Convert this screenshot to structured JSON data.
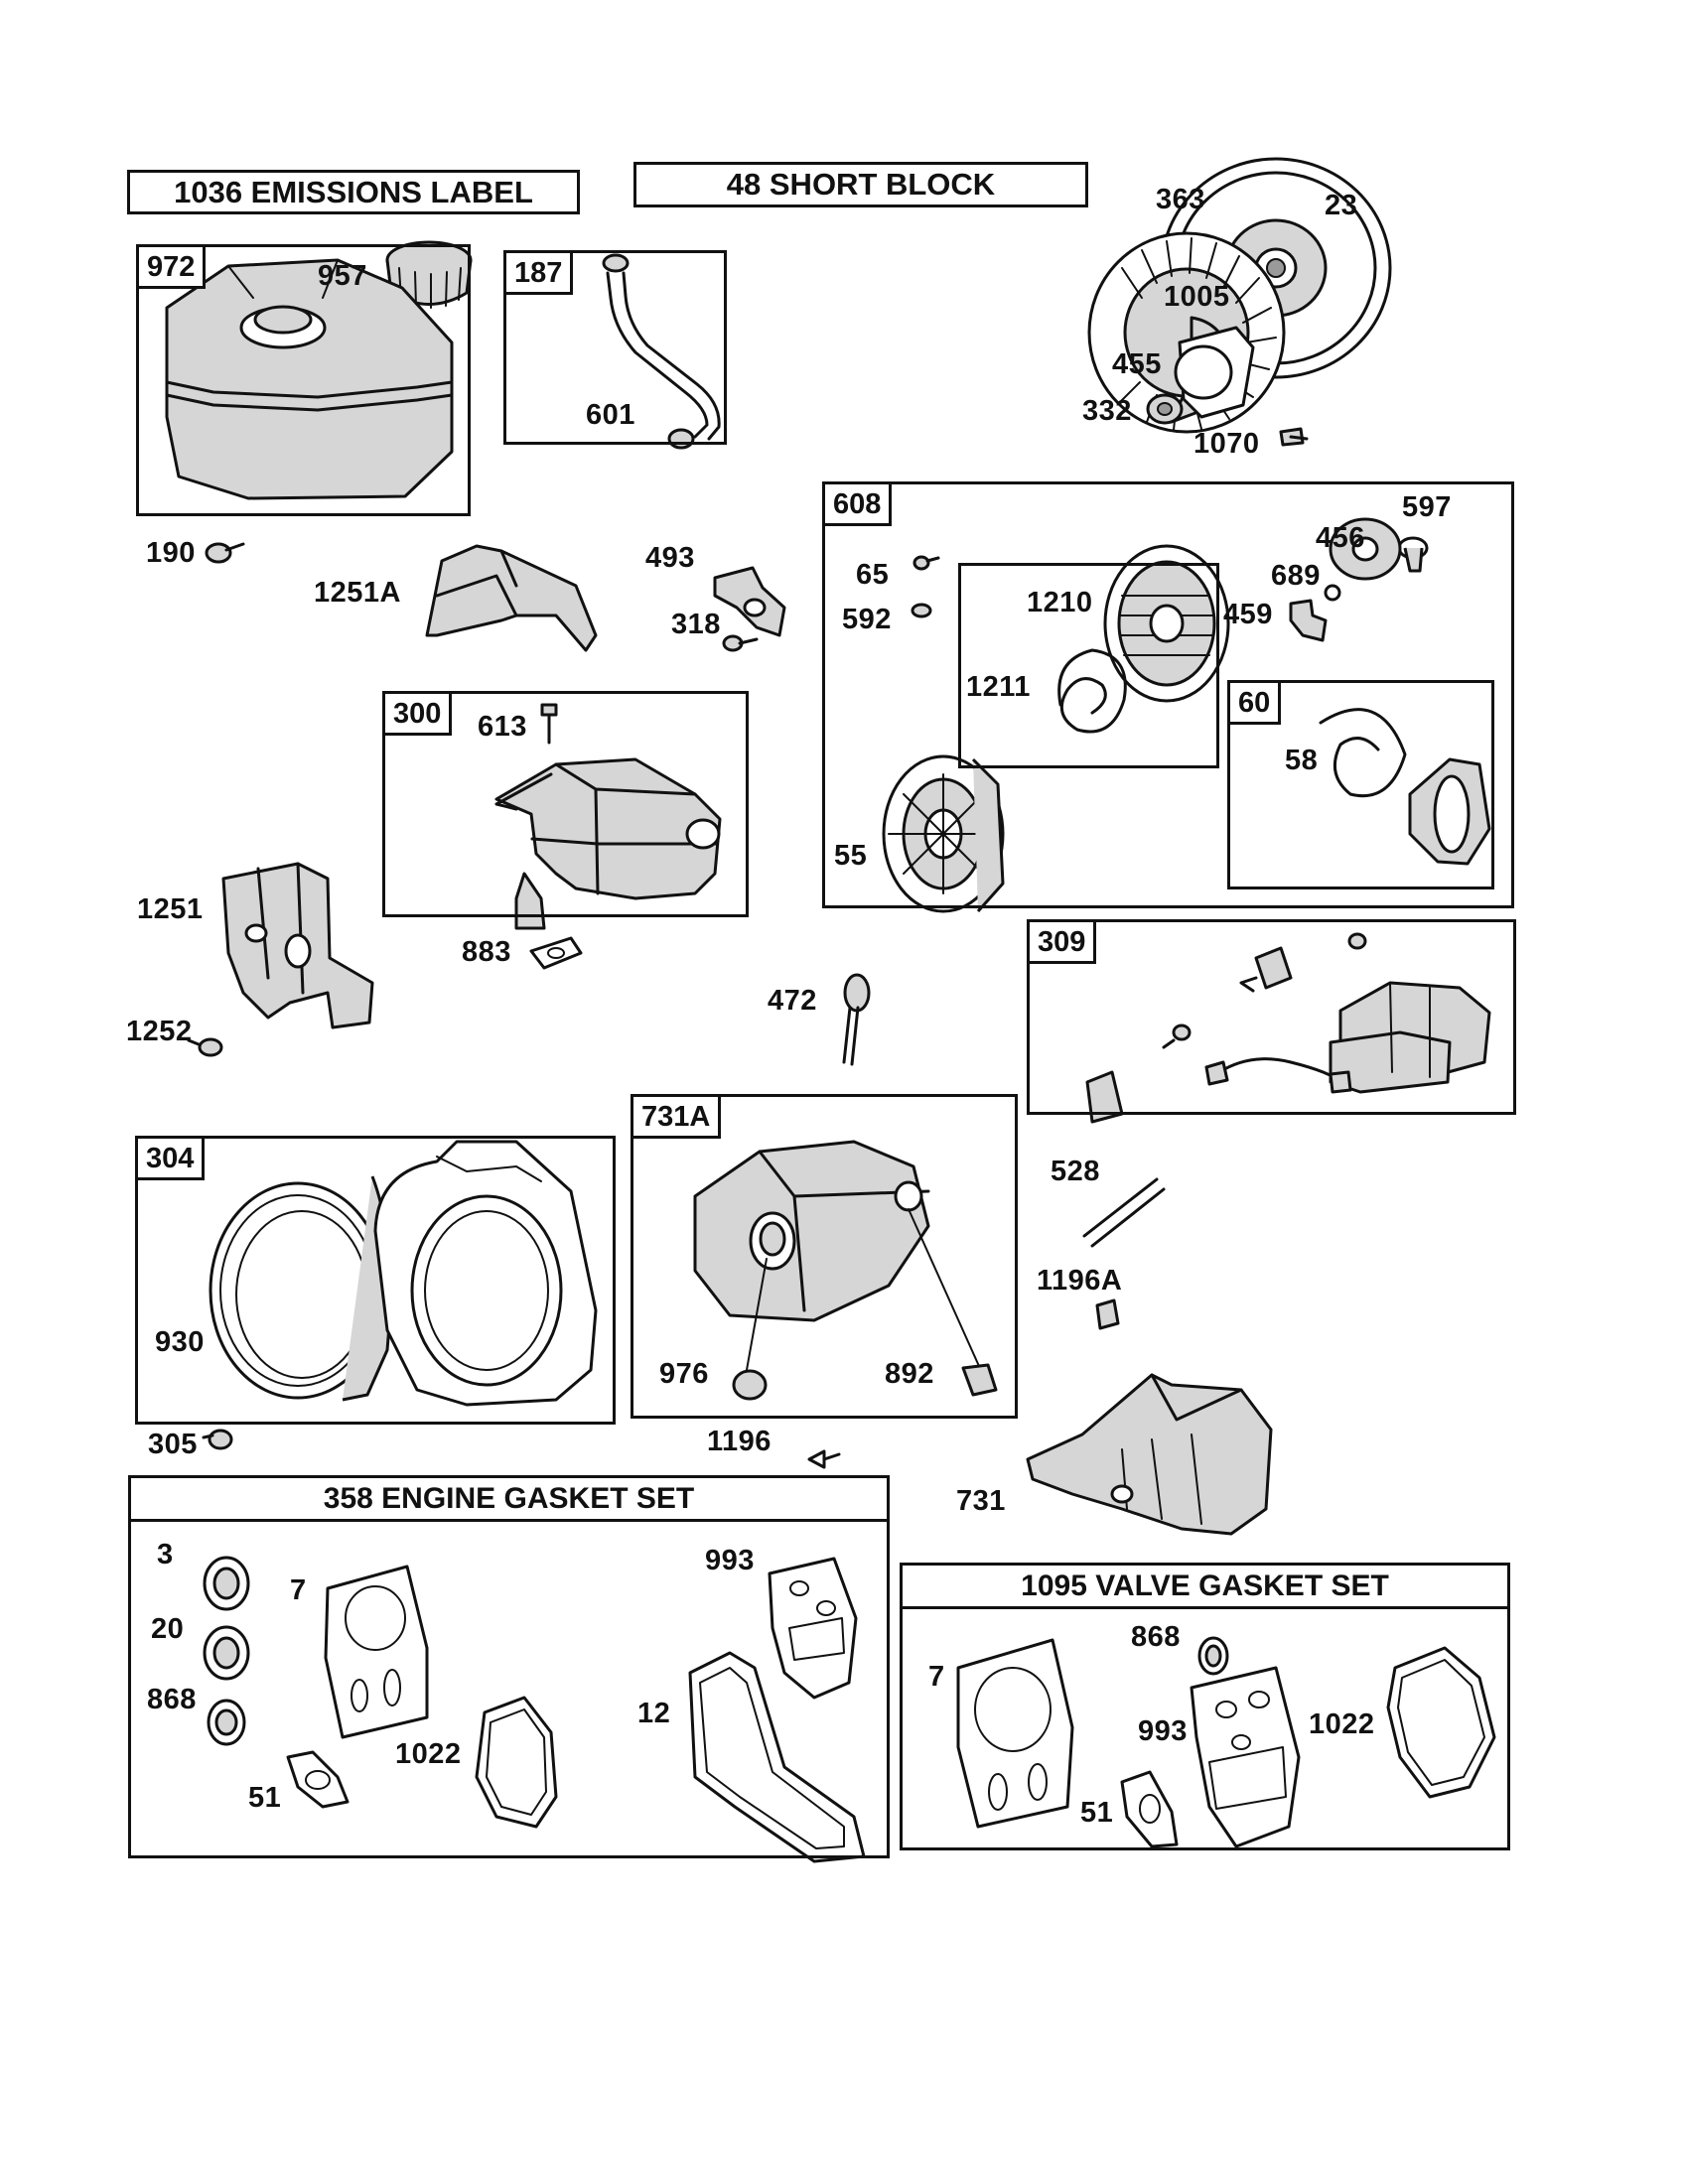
{
  "kit_titles": {
    "emissions_label": "1036 EMISSIONS LABEL",
    "short_block": "48 SHORT BLOCK",
    "engine_gasket_set": "358 ENGINE GASKET SET",
    "valve_gasket_set": "1095 VALVE GASKET SET"
  },
  "assemblies": {
    "fuel_tank": "972",
    "breather_tube": "187",
    "muffler": "300",
    "rewind_starter": "608",
    "spring_kit": "60",
    "ignition": "309",
    "blower_housing": "304",
    "air_cleaner": "731A"
  },
  "part_labels": {
    "p957": "957",
    "p190": "190",
    "p601": "601",
    "p363": "363",
    "p23": "23",
    "p1005": "1005",
    "p455": "455",
    "p332": "332",
    "p1070": "1070",
    "p1251A": "1251A",
    "p493": "493",
    "p318": "318",
    "p613": "613",
    "p883": "883",
    "p1251": "1251",
    "p1252": "1252",
    "p65": "65",
    "p592": "592",
    "p1210": "1210",
    "p1211": "1211",
    "p55": "55",
    "p597": "597",
    "p456": "456",
    "p689": "689",
    "p459": "459",
    "p58": "58",
    "p472": "472",
    "p930": "930",
    "p305": "305",
    "p976": "976",
    "p892": "892",
    "p1196": "1196",
    "p528": "528",
    "p1196A": "1196A",
    "p731": "731",
    "g3": "3",
    "g7": "7",
    "g20": "20",
    "g868": "868",
    "g51": "51",
    "g1022": "1022",
    "g993": "993",
    "g12": "12",
    "v7": "7",
    "v868": "868",
    "v993": "993",
    "v1022": "1022",
    "v51": "51"
  }
}
